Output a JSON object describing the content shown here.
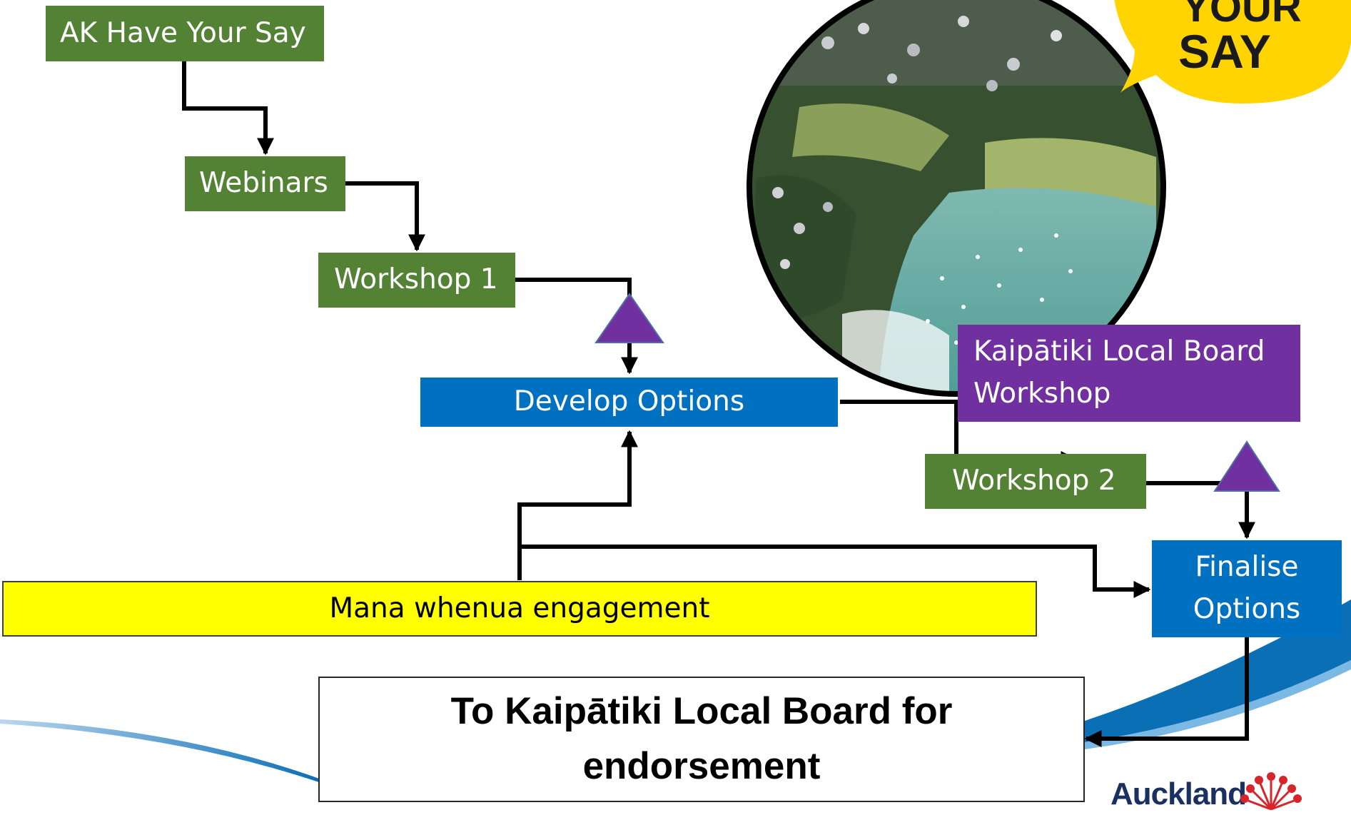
{
  "badge": {
    "line1": "YOUR",
    "line2": "SAY"
  },
  "photo": {
    "subject": "aerial-photo-of-bay-with-moored-boats"
  },
  "nodes": {
    "ak_have_your_say": "AK Have Your Say",
    "webinars": "Webinars",
    "workshop1": "Workshop 1",
    "develop_options": "Develop Options",
    "local_board_workshop_line1": "Kaipātiki Local Board",
    "local_board_workshop_line2": "Workshop",
    "workshop2": "Workshop 2",
    "finalise_options_line1": "Finalise",
    "finalise_options_line2": "Options",
    "mana_whenua": "Mana whenua engagement",
    "endorsement_line1": "To Kaipātiki Local Board for",
    "endorsement_line2": "endorsement"
  },
  "footer": {
    "logo_text": "Auckland"
  },
  "colors": {
    "green": "#548235",
    "blue": "#0070c0",
    "purple": "#7030a0",
    "yellow": "#ffff00",
    "badge_yellow": "#ffd400",
    "swoosh_blue": "#0a6fb5"
  }
}
